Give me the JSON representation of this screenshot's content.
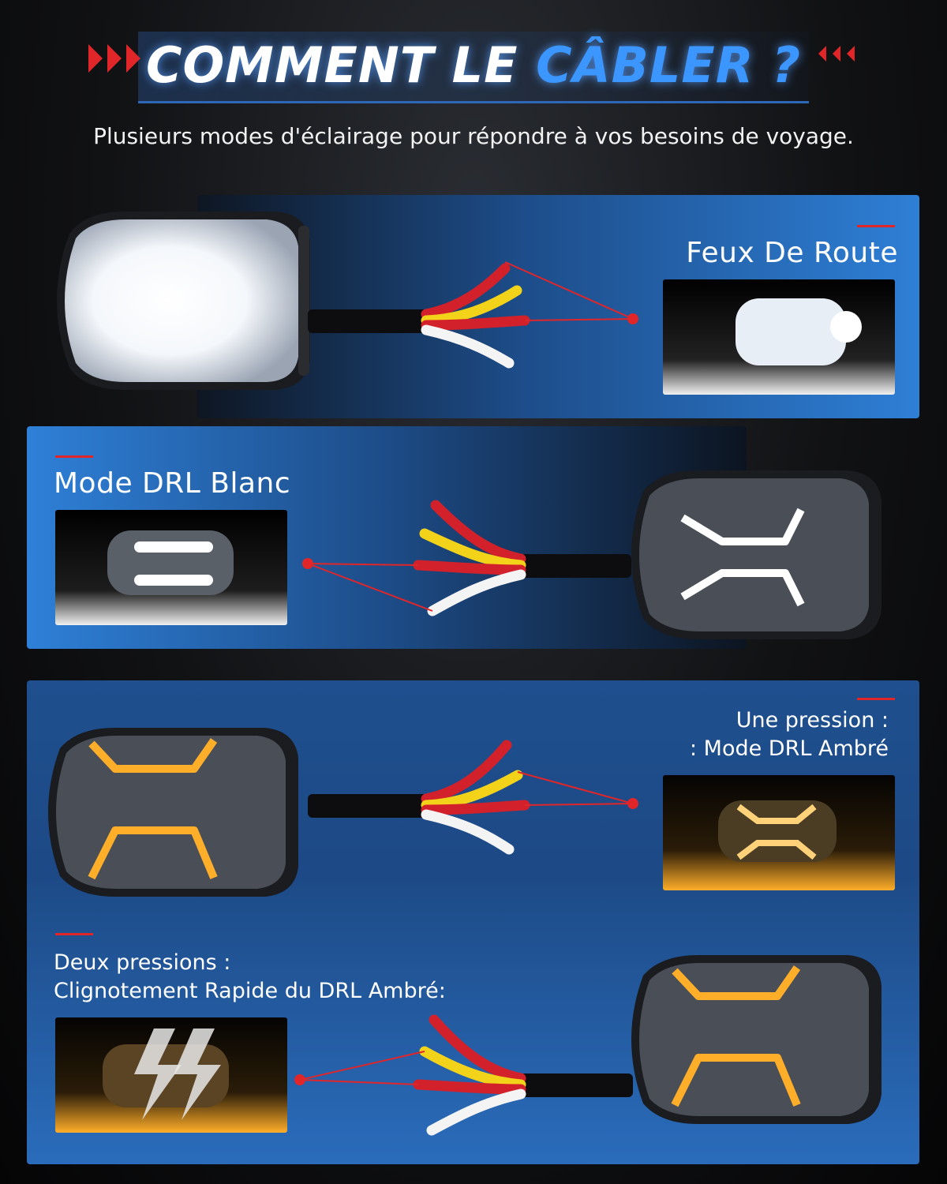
{
  "header": {
    "title_part1": "COMMENT LE ",
    "title_part2": "CÂBLER ?",
    "subtitle": "Plusieurs modes d'éclairage pour répondre à vos besoins de voyage."
  },
  "sections": [
    {
      "label": "Feux De Route"
    },
    {
      "label": "Mode DRL Blanc"
    },
    {
      "label_line1": "Une pression :",
      "label_line2": ": Mode DRL Ambré"
    },
    {
      "label_line1": "Deux pressions :",
      "label_line2": "Clignotement Rapide du DRL Ambré:"
    }
  ],
  "colors": {
    "accent_blue": "#3b97ff",
    "marker_red": "#e1262a",
    "wire_red": "#d3212b",
    "wire_yellow": "#f3d21a",
    "wire_white": "#f4f4f4",
    "amber": "#ffae2a"
  }
}
